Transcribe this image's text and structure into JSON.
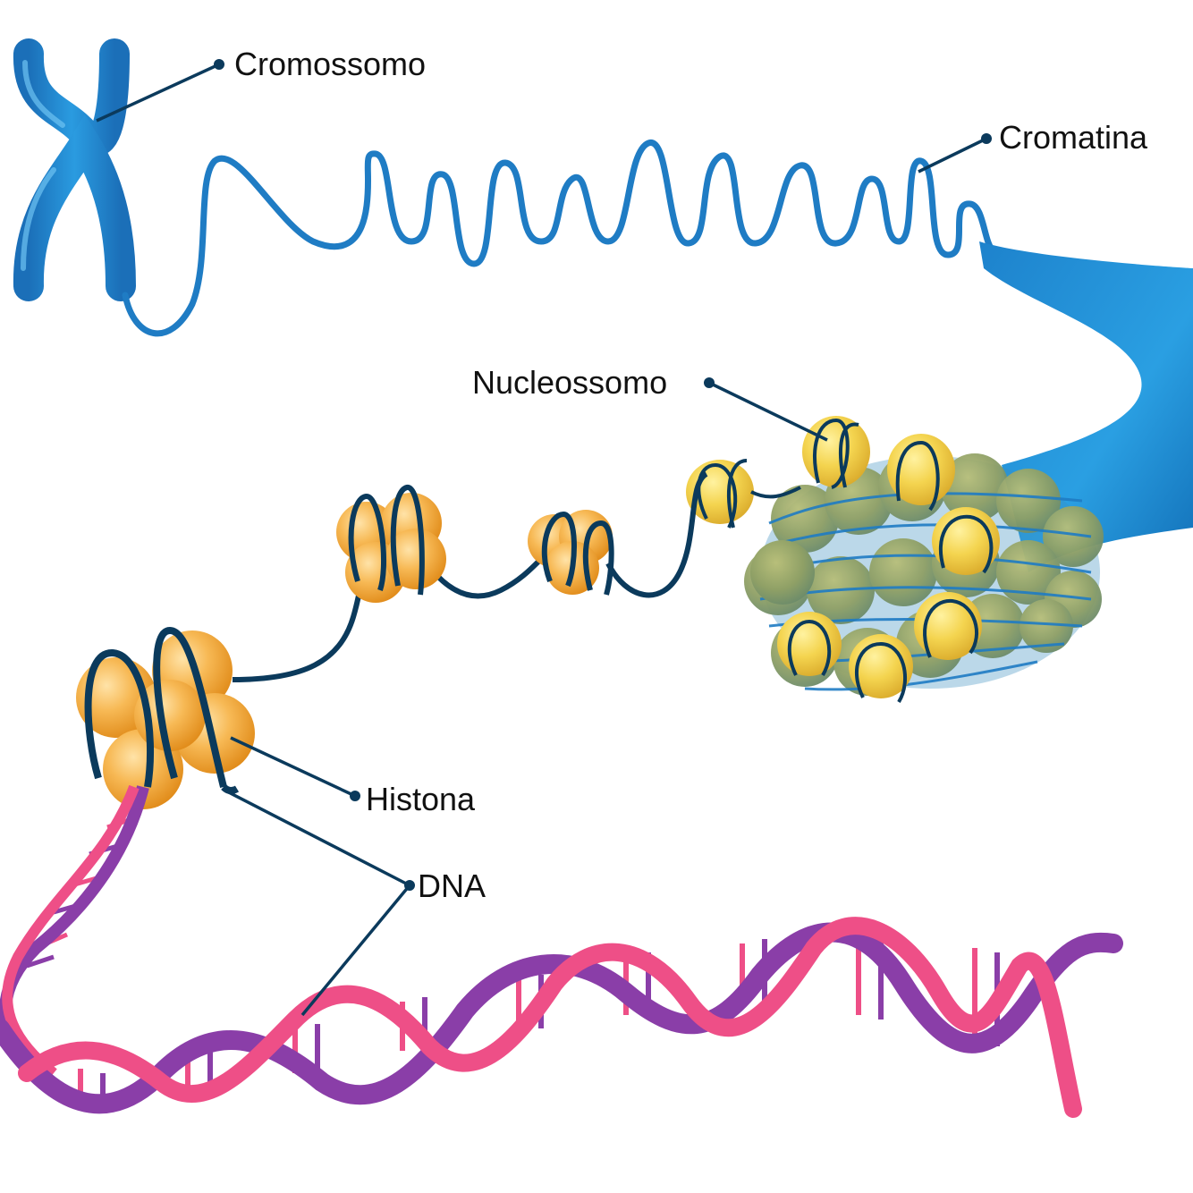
{
  "labels": {
    "chromosome": "Cromossomo",
    "chromatin": "Cromatina",
    "nucleosome": "Nucleossomo",
    "histone": "Histona",
    "dna": "DNA"
  },
  "colors": {
    "chromosome_blue": "#1b87d0",
    "chromatin_blue": "#1f7cc4",
    "histone_orange": "#f2a83a",
    "histone_yellow": "#f2d04a",
    "dna_wrap": "#0b3a5c",
    "dna_pink": "#ee4f87",
    "dna_purple": "#8a3ea8",
    "leader_line": "#0b3a5c"
  }
}
